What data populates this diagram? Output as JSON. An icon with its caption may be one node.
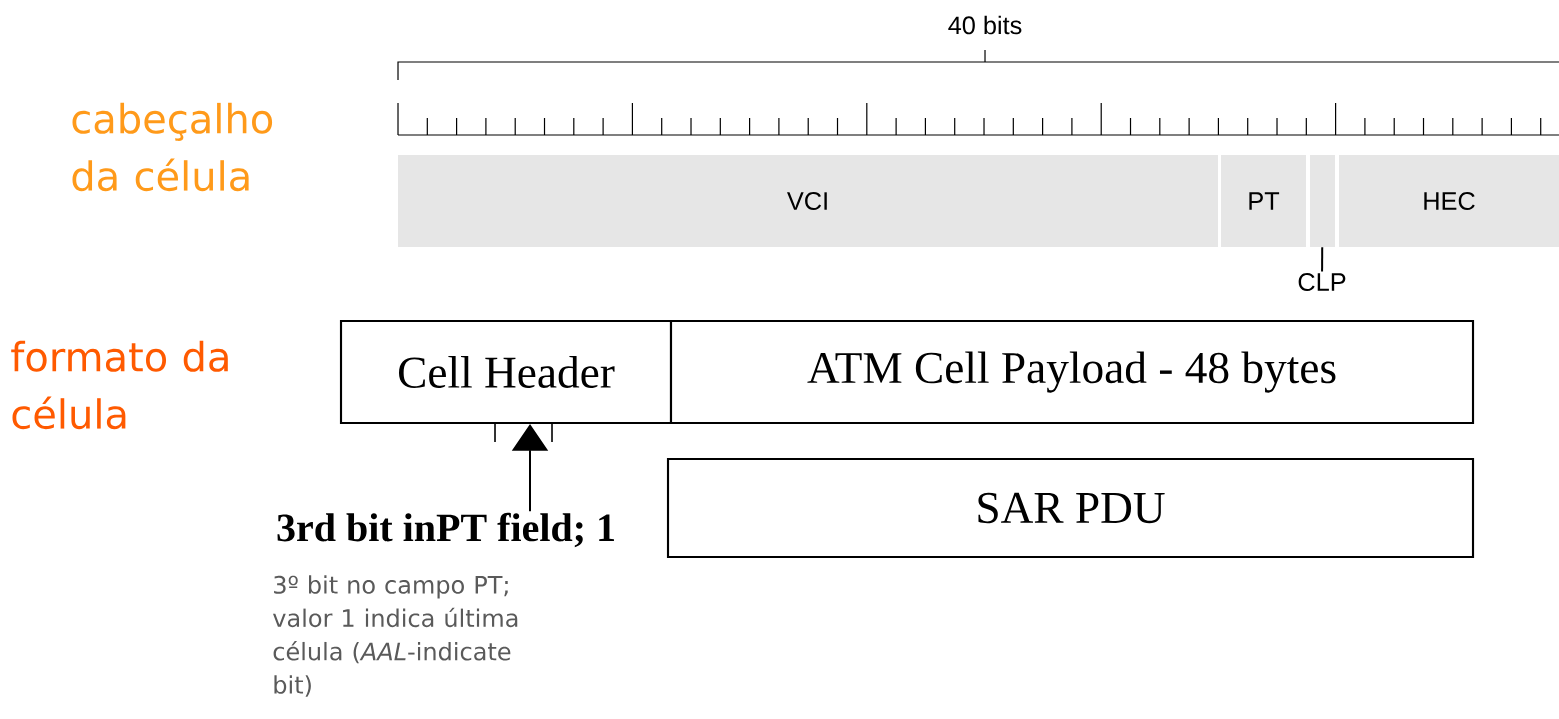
{
  "diagram": {
    "nodes": [
      {
        "text": [
          "VCI"
        ]
      },
      {
        "text": [
          "PT"
        ]
      },
      {
        "text": [],
        "shape": "bar"
      },
      {
        "text": [
          "HEC"
        ]
      },
      {
        "text": [
          "CLP"
        ]
      },
      {
        "text": [
          "Cell Header"
        ]
      },
      {
        "text": [
          "ATM Cell Payload - 48 bytes"
        ]
      },
      {
        "text": [
          "SAR  PDU"
        ]
      },
      {
        "text": [
          "3rd bit inPT field; 1"
        ]
      }
    ],
    "edges": [
      {
        "from": 4,
        "to": 2,
        "arrow": "none"
      },
      {
        "from": 8,
        "to": 5,
        "arrow": "to"
      }
    ],
    "labels": [
      "40 bits",
      "cabeçalho da célula",
      "formato da célula",
      "3º bit no campo PT; valor 1 indica última célula (*AAL*-indicate bit)"
    ]
  }
}
